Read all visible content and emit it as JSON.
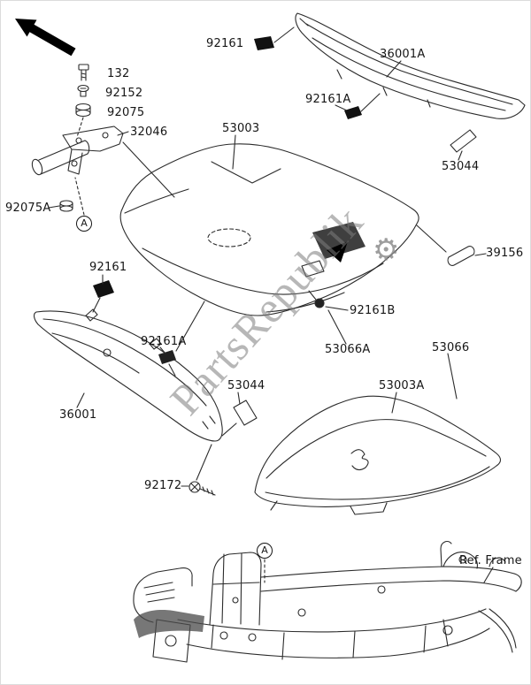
{
  "diagram": {
    "watermark_text": "PartsRepublik",
    "gear_icon": "⚙",
    "ref_frame": "Ref. Frame",
    "section_marker": "A"
  },
  "parts": {
    "damper_top": "92161",
    "cover_right": "36001A",
    "bolt": "132",
    "screw": "92152",
    "grommet": "92075",
    "bracket": "32046",
    "clip_top": "92161A",
    "pad_right": "53044",
    "seat_main": "53003",
    "grommet_a": "92075A",
    "pin": "39156",
    "damper_left": "92161",
    "clip_b": "92161B",
    "clip_mid": "92161A",
    "seat_assy_a": "53066A",
    "seat_assy": "53066",
    "cover_left": "36001",
    "pad_mid": "53044",
    "seat_rear": "53003A",
    "screw_long": "92172"
  }
}
